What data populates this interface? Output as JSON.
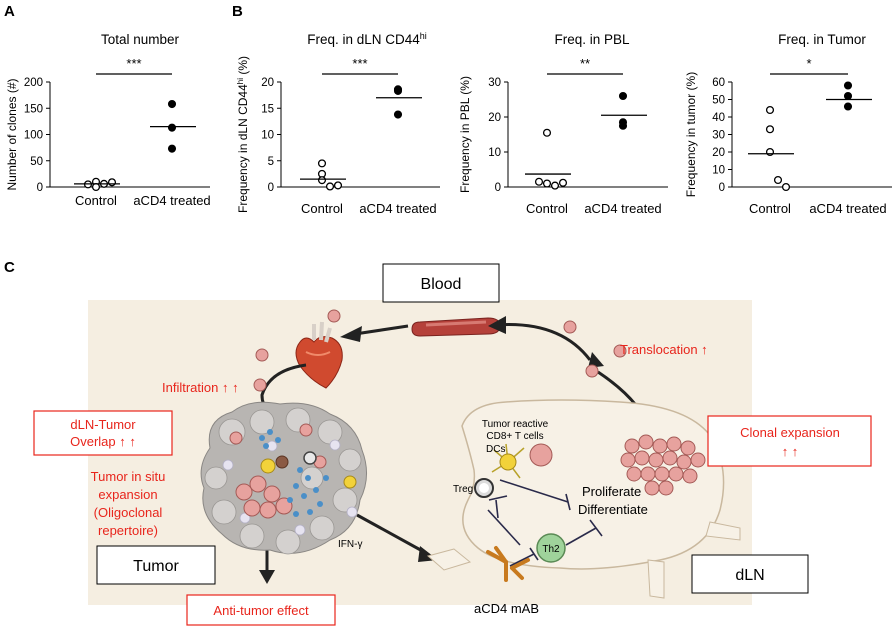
{
  "panels": {
    "a": "A",
    "b": "B",
    "c": "C"
  },
  "chart_data": [
    {
      "type": "scatter",
      "title": "Total number",
      "xlabel": "",
      "ylabel": "Number of clones (#)",
      "categories": [
        "Control",
        "aCD4 treated"
      ],
      "ylim": [
        0,
        200
      ],
      "yticks": [
        0,
        50,
        100,
        150,
        200
      ],
      "groups": [
        {
          "name": "Control",
          "marker": "open",
          "values": [
            10,
            5,
            0,
            6,
            9
          ],
          "mean": 6
        },
        {
          "name": "aCD4 treated",
          "marker": "filled",
          "values": [
            158,
            113,
            73
          ],
          "mean": 115
        }
      ],
      "significance": "***",
      "colors": {
        "points": "#000000"
      }
    },
    {
      "type": "scatter",
      "title": "Freq. in dLN CD44",
      "title_sup": "hi",
      "xlabel": "",
      "ylabel": "Frequency in dLN CD44",
      "ylabel_sup": "hi",
      "ylabel_suffix": " (%)",
      "categories": [
        "Control",
        "aCD4 treated"
      ],
      "ylim": [
        0,
        20
      ],
      "yticks": [
        0,
        5,
        10,
        15,
        20
      ],
      "groups": [
        {
          "name": "Control",
          "marker": "open",
          "values": [
            4.5,
            2.5,
            1.3,
            0.1,
            0.3
          ],
          "mean": 1.5
        },
        {
          "name": "aCD4 treated",
          "marker": "filled",
          "values": [
            18.6,
            18.3,
            13.8
          ],
          "mean": 17.0
        }
      ],
      "significance": "***"
    },
    {
      "type": "scatter",
      "title": "Freq. in PBL",
      "xlabel": "",
      "ylabel": "Frequency in PBL (%)",
      "categories": [
        "Control",
        "aCD4 treated"
      ],
      "ylim": [
        0,
        30
      ],
      "yticks": [
        0,
        10,
        20,
        30
      ],
      "groups": [
        {
          "name": "Control",
          "marker": "open",
          "values": [
            15.5,
            1.5,
            1.0,
            0.4,
            1.2
          ],
          "mean": 3.7
        },
        {
          "name": "aCD4 treated",
          "marker": "filled",
          "values": [
            26,
            18.5,
            17.5
          ],
          "mean": 20.5
        }
      ],
      "significance": "**"
    },
    {
      "type": "scatter",
      "title": "Freq. in Tumor",
      "xlabel": "",
      "ylabel": "Frequency in tumor (%)",
      "categories": [
        "Control",
        "aCD4 treated"
      ],
      "ylim": [
        0,
        60
      ],
      "yticks": [
        0,
        10,
        20,
        30,
        40,
        50,
        60
      ],
      "groups": [
        {
          "name": "Control",
          "marker": "open",
          "values": [
            44,
            33,
            20,
            4,
            0
          ],
          "mean": 19
        },
        {
          "name": "aCD4 treated",
          "marker": "filled",
          "values": [
            58,
            52,
            46
          ],
          "mean": 50
        }
      ],
      "significance": "*"
    }
  ],
  "diagram": {
    "blood": "Blood",
    "tumor": "Tumor",
    "dln": "dLN",
    "infiltration": "Infiltration ↑ ↑",
    "translocation": "Translocation ↑",
    "overlap_line1": "dLN-Tumor",
    "overlap_line2": "Overlap ↑ ↑",
    "insitu": [
      "Tumor in situ",
      "expansion",
      "(Oligoclonal",
      "repertoire)"
    ],
    "antitumor": "Anti-tumor effect",
    "clonal_line1": "Clonal expansion",
    "clonal_line2": "↑ ↑",
    "tumor_reactive_1": "Tumor reactive",
    "tumor_reactive_2": "CD8+ T cells",
    "dcs": "DCs",
    "treg": "Treg",
    "th2": "Th2",
    "proliferate": "Proliferate",
    "differentiate": "Differentiate",
    "ifn": "IFN-γ",
    "acd4": "aCD4 mAB",
    "colors": {
      "red": "#e8251c",
      "background": "#f5eee1",
      "cell": "#e7a29e"
    }
  }
}
